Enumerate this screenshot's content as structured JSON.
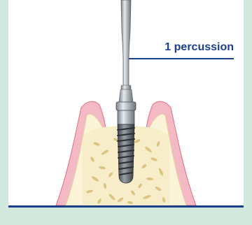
{
  "callout": {
    "label": "1 percussion"
  },
  "colors": {
    "background": "#d2e7de",
    "panel": "#ffffff",
    "gingiva": "#f3b9c4",
    "gingiva_edge": "#e47f90",
    "bone": "#f7eec9",
    "trabecular": "#dcc483",
    "instrument": "#9ea5ab",
    "implant": "#6b7176",
    "accent": "#1c3f8c"
  },
  "icons": [
    "percussion-instrument",
    "dental-implant",
    "gingiva",
    "bone"
  ]
}
